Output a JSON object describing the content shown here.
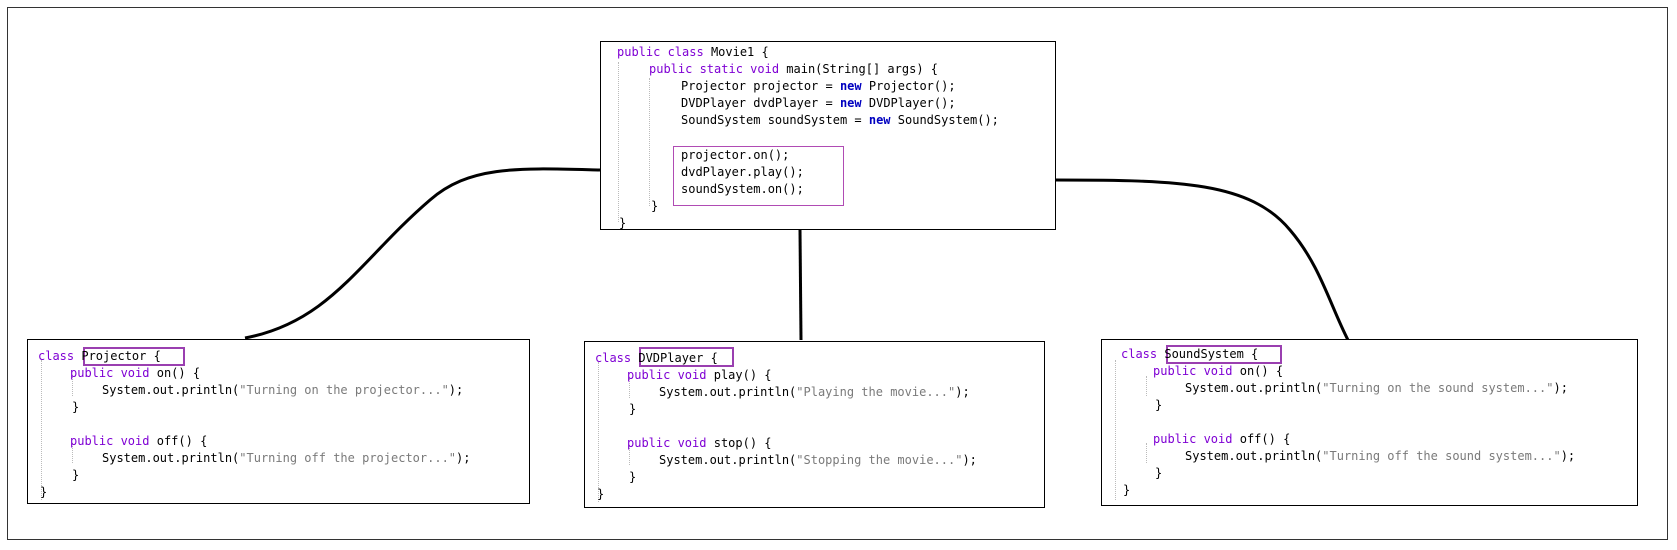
{
  "main_class": {
    "header_kw": "public class",
    "name": "Movie1 {",
    "method_kw": "public static void",
    "method_sig": "main(String[] args) {",
    "decls": [
      {
        "type": "Projector projector = ",
        "kw": "new",
        "rest": "Projector();"
      },
      {
        "type": "DVDPlayer dvdPlayer = ",
        "kw": "new",
        "rest": "DVDPlayer();"
      },
      {
        "type": "SoundSystem soundSystem = ",
        "kw": "new",
        "rest": "SoundSystem();"
      }
    ],
    "calls": [
      "projector.on();",
      "dvdPlayer.play();",
      "soundSystem.on();"
    ],
    "close_method": "}",
    "close_class": "}"
  },
  "projector": {
    "class_kw": "class",
    "name": "Projector {",
    "m1_kw": "public void",
    "m1_sig": "on() {",
    "m1_body_pre": "System.out.println(",
    "m1_str": "\"Turning on the projector...\"",
    "m1_body_post": ");",
    "m2_kw": "public void",
    "m2_sig": "off() {",
    "m2_body_pre": "System.out.println(",
    "m2_str": "\"Turning off the projector...\"",
    "m2_body_post": ");",
    "close": "}"
  },
  "dvdplayer": {
    "class_kw": "class",
    "name": "DVDPlayer {",
    "m1_kw": "public void",
    "m1_sig": "play() {",
    "m1_body_pre": "System.out.println(",
    "m1_str": "\"Playing the movie...\"",
    "m1_body_post": ");",
    "m2_kw": "public void",
    "m2_sig": "stop() {",
    "m2_body_pre": "System.out.println(",
    "m2_str": "\"Stopping the movie...\"",
    "m2_body_post": ");",
    "close": "}"
  },
  "soundsystem": {
    "class_kw": "class",
    "name": "SoundSystem {",
    "m1_kw": "public void",
    "m1_sig": "on() {",
    "m1_body_pre": "System.out.println(",
    "m1_str": "\"Turning on the sound system...\"",
    "m1_body_post": ");",
    "m2_kw": "public void",
    "m2_sig": "off() {",
    "m2_body_pre": "System.out.println(",
    "m2_str": "\"Turning off the sound system...\"",
    "m2_body_post": ");",
    "close": "}"
  },
  "colors": {
    "keyword": "#7f00d4",
    "new_keyword": "#0000c0",
    "string": "#7a7a7a",
    "highlight": "#9a3fb0"
  }
}
